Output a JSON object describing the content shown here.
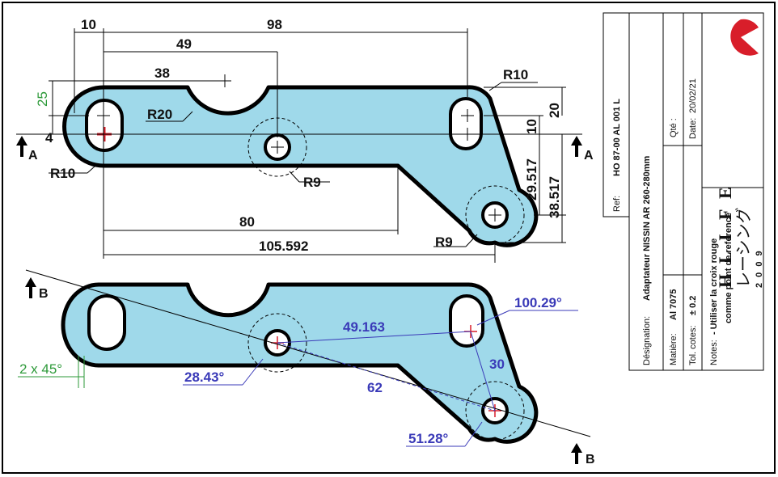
{
  "colors": {
    "part_fill": "#9fd9ea",
    "outline": "#000000",
    "dim_black": "#111111",
    "dim_green": "#2e9a3a",
    "dim_blue": "#3a3ab8",
    "ref_cross": "#d81e2a",
    "logo_red": "#d81e2a"
  },
  "top_view": {
    "dims": {
      "d10": "10",
      "d98": "98",
      "d49": "49",
      "d38": "38",
      "d25": "25",
      "d4": "4",
      "d20": "20",
      "d10v": "10",
      "d29517": "29.517",
      "d38517": "38.517",
      "d80": "80",
      "d105592": "105.592",
      "r10_top": "R10",
      "r20": "R20",
      "r10_left": "R10",
      "r9_mid": "R9",
      "r9_right": "R9"
    },
    "section_left": "A",
    "section_right": "A"
  },
  "bottom_view": {
    "dims": {
      "chamfer": "2 x 45°",
      "a2843": "28.43°",
      "d49163": "49.163",
      "a10029": "100.29°",
      "d30": "30",
      "d62": "62",
      "a5128": "51.28°"
    },
    "section_left": "B",
    "section_right": "B"
  },
  "title_block": {
    "ref_label": "Ref:",
    "ref_value": "HO 87-00 AL 001 L",
    "designation_label": "Désignation:",
    "designation_value": "Adaptateur NISSIN AR 260-280mm",
    "qte_label": "Qté :",
    "date_label": "Date:",
    "date_value": "20/02/21",
    "matiere_label": "Matière:",
    "matiere_value": "Al 7075",
    "tol_label": "Tol. cotes:",
    "tol_value": "± 0.2",
    "notes_label": "Notes:",
    "notes_line1": "- Utiliser la croix rouge",
    "notes_line2": "comme point de reference"
  },
  "logo": {
    "letters": [
      "H",
      "L",
      "I",
      "F",
      "E"
    ],
    "katakana": "レーシング",
    "year": "2 0 0 9"
  }
}
